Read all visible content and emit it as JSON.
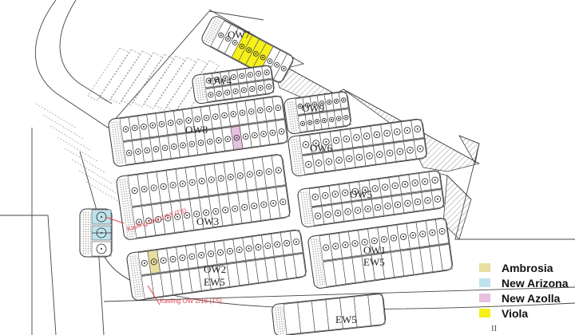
{
  "legend": {
    "items": [
      {
        "label": "Ambrosia",
        "color": "#e8dfa0"
      },
      {
        "label": "New Arizona",
        "color": "#bfe3ec"
      },
      {
        "label": "New Azolla",
        "color": "#e6c1e0"
      },
      {
        "label": "Viola",
        "color": "#f5ef1a"
      }
    ]
  },
  "annotations": {
    "kavling_a": "Kavling OW 2/23 (TS)",
    "kavling_b": "Kavling OW 2/16 (TS)",
    "color": "#e0454f"
  },
  "block_labels": [
    "OW7",
    "OW4",
    "OW8",
    "OW9",
    "OW6",
    "OW5",
    "OW3",
    "OW2",
    "OW1",
    "EW5",
    "EW5",
    "EW5"
  ],
  "north_mark": "II"
}
